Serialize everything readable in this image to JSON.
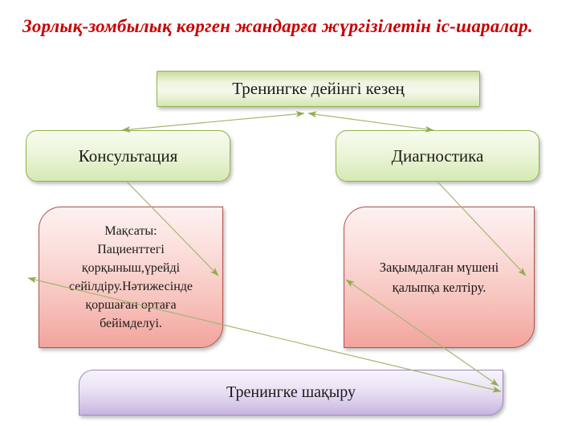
{
  "title": {
    "text": "Зорлық-зомбылық көрген жандарға жүргізілетін іс-шаралар."
  },
  "diagram": {
    "nodes": {
      "pre_training": {
        "label": "Тренингке дейінгі кезең",
        "shape": "rectangle",
        "fill": "green"
      },
      "consultation": {
        "label": "Консультация",
        "shape": "rounded-rectangle",
        "fill": "green"
      },
      "diagnostics": {
        "label": "Диагностика",
        "shape": "rounded-rectangle",
        "fill": "green"
      },
      "goal": {
        "label": "Мақсаты:\nПациенттегі\nқорқыныш,үрейді\nсейілдіру.Нәтижесінде\nқоршаған ортаға\nбейімделуі.",
        "shape": "round-diagonal-corner-rectangle",
        "fill": "pink"
      },
      "recovery": {
        "label": "Зақымдалған мүшені\nқалыпқа келтіру.",
        "shape": "round-diagonal-corner-rectangle",
        "fill": "pink"
      },
      "invitation": {
        "label": "Тренингке шақыру",
        "shape": "round-diagonal-corner-rectangle",
        "fill": "lavender"
      }
    },
    "connectors": [
      {
        "from": "pre_training",
        "to": "consultation",
        "double_headed": true
      },
      {
        "from": "pre_training",
        "to": "diagnostics",
        "double_headed": true
      },
      {
        "from": "consultation",
        "to": "goal",
        "double_headed": false
      },
      {
        "from": "diagnostics",
        "to": "recovery",
        "double_headed": false
      },
      {
        "from": "invitation",
        "to": "goal",
        "double_headed": true
      },
      {
        "from": "invitation",
        "to": "recovery",
        "double_headed": true
      }
    ]
  },
  "theme": {
    "title_color": "#c80000",
    "text_color": "#1a1a1a",
    "arrow_line": "#a3b76e",
    "arrow_head": "#8fad4f",
    "green_border": "#94b24e",
    "green_top": "#c9dc99",
    "green_light": "#eef5df",
    "green_bottom": "#d5e7b0",
    "rgreen_top": "#f7fbee",
    "rgreen_bottom": "#d5e9b4",
    "pink_border": "#b2514b",
    "pink_top": "#fdf1f0",
    "pink_bottom": "#f3a39d",
    "lav_border": "#9d8ac0",
    "lav_top": "#f7f3fb",
    "lav_bottom": "#c7b4de"
  }
}
